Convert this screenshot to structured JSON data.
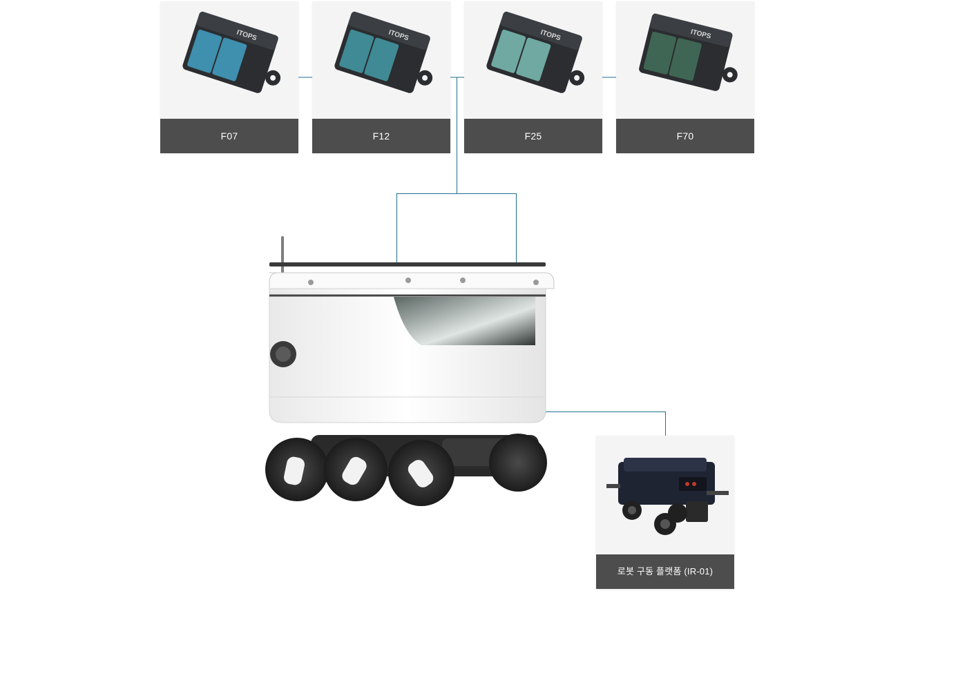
{
  "sensors": [
    {
      "name": "F07",
      "lens_color": "#3f8fae"
    },
    {
      "name": "F12",
      "lens_color": "#3f8a95"
    },
    {
      "name": "F25",
      "lens_color": "#6fa9a2"
    },
    {
      "name": "F70",
      "lens_color": "#3f6654"
    }
  ],
  "sensor_brand": "ITOPS",
  "platform": {
    "label": "로봇 구동 플랫폼 (IR-01)"
  },
  "colors": {
    "connector_line": "#1f6f8b",
    "label_bg": "#4d4d4d",
    "label_text": "#ffffff",
    "card_bg": "#f4f4f4"
  }
}
